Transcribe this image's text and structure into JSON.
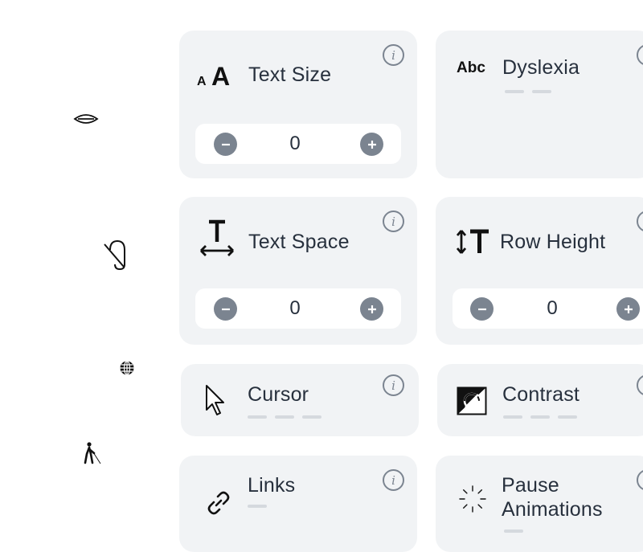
{
  "sidebar": {
    "icons": [
      "eye-slash-icon",
      "ear-deaf-icon",
      "globe-icon",
      "blind-person-icon"
    ]
  },
  "cards": {
    "text_size": {
      "title": "Text Size",
      "icon": "text-size-icon",
      "value": "0"
    },
    "dyslexia": {
      "title": "Dyslexia",
      "icon_text": "Abc"
    },
    "text_space": {
      "title": "Text Space",
      "icon": "text-spacing-icon",
      "value": "0"
    },
    "row_height": {
      "title": "Row Height",
      "icon": "row-height-icon",
      "value": "0"
    },
    "cursor": {
      "title": "Cursor",
      "icon": "cursor-icon"
    },
    "contrast": {
      "title": "Contrast",
      "icon": "contrast-icon"
    },
    "links": {
      "title": "Links",
      "icon": "link-icon"
    },
    "pause_animations": {
      "title_line1": "Pause",
      "title_line2": "Animations",
      "icon": "spinner-icon"
    }
  },
  "info_glyph": "i",
  "colors": {
    "card_bg": "#f1f3f5",
    "button_gray": "#7b8490",
    "dash": "#d5d9de"
  }
}
